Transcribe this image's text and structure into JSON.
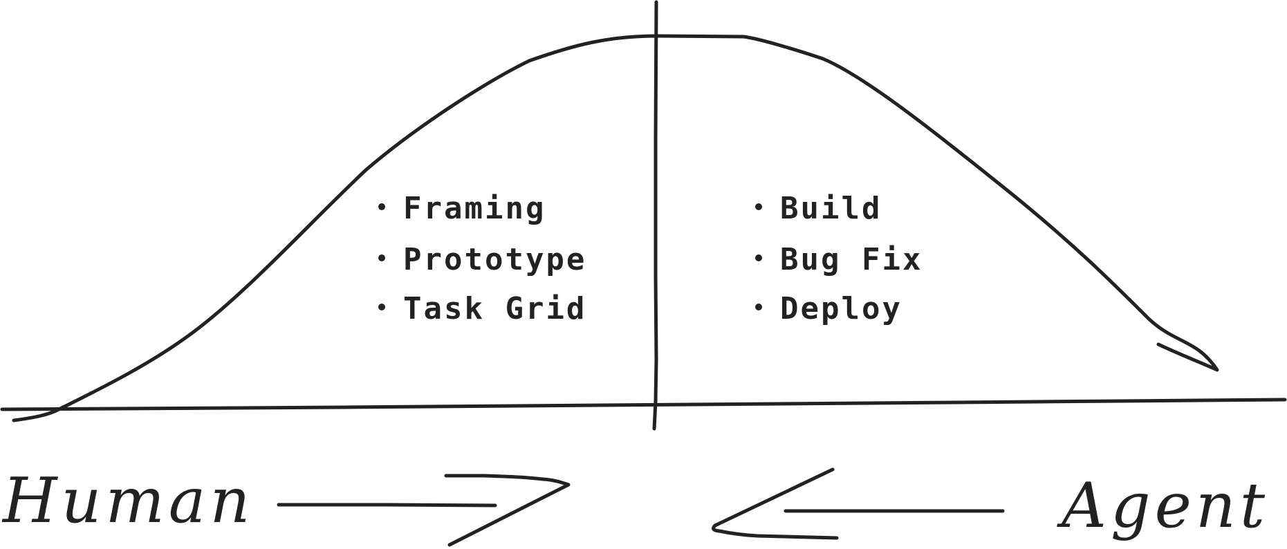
{
  "diagram": {
    "left_phase": {
      "items": [
        "Framing",
        "Prototype",
        "Task Grid"
      ]
    },
    "right_phase": {
      "items": [
        "Build",
        "Bug Fix",
        "Deploy"
      ]
    },
    "labels": {
      "left": "Human",
      "right": "Agent"
    },
    "colors": {
      "ink": "#222222",
      "background": "#ffffff"
    }
  }
}
